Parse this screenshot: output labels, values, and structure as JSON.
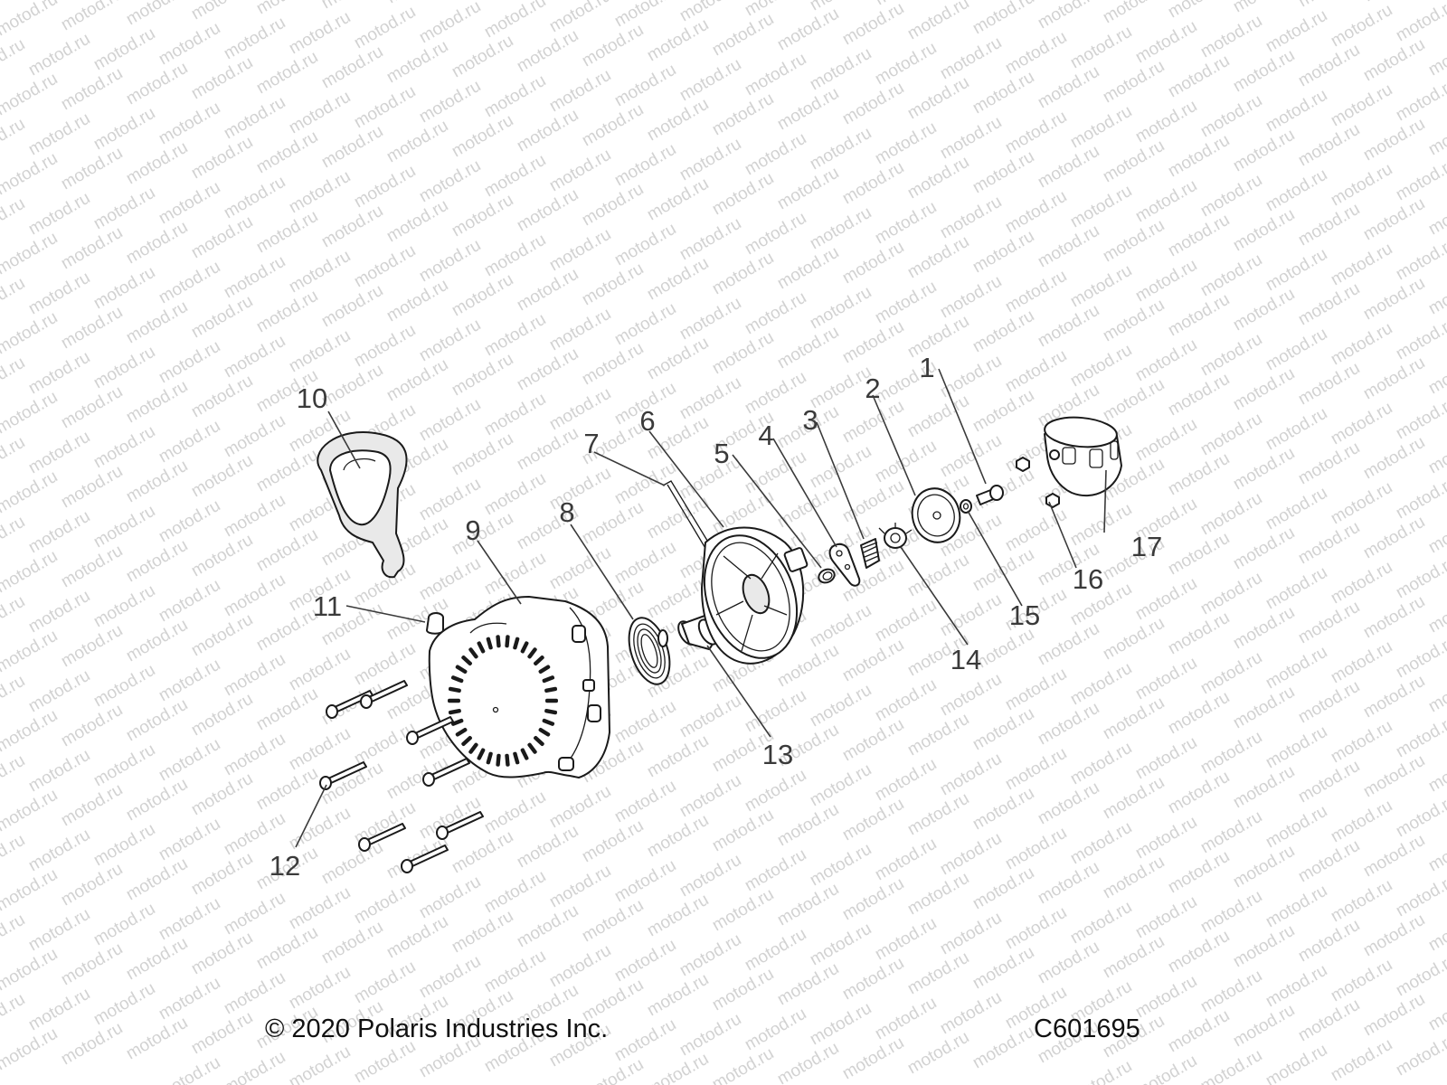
{
  "watermark": "motod.ru",
  "footer": {
    "copyright": "© 2020 Polaris Industries Inc.",
    "figure_code": "C601695"
  },
  "callouts": [
    "1",
    "2",
    "3",
    "4",
    "5",
    "6",
    "7",
    "8",
    "9",
    "10",
    "11",
    "12",
    "13",
    "14",
    "15",
    "16",
    "17"
  ]
}
